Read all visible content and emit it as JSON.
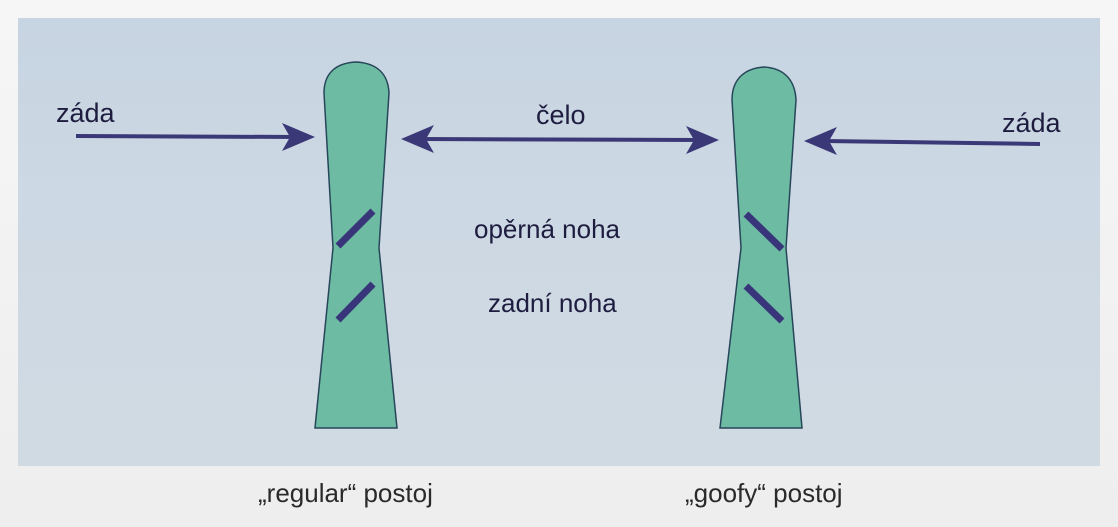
{
  "diagram": {
    "labels": {
      "back_left": "záda",
      "front": "čelo",
      "back_right": "záda",
      "support_foot": "opěrná noha",
      "rear_foot": "zadní noha"
    },
    "captions": {
      "regular": "„regular“ postoj",
      "goofy": "„goofy“ postoj"
    },
    "colors": {
      "board_fill": "#6dbba2",
      "board_outline": "#27465a",
      "arrow": "#3b3877",
      "binding": "#38357a",
      "background": "#c9d6e2"
    }
  }
}
